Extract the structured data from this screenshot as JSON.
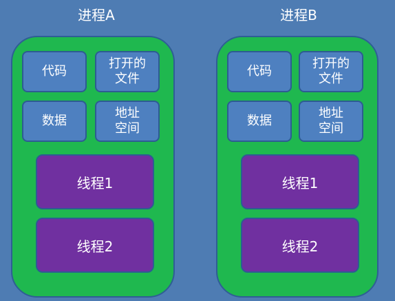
{
  "processes": [
    {
      "title": "进程A",
      "blocks": {
        "code": "代码",
        "open_files": "打开的\n文件",
        "data": "数据",
        "address_space": "地址\n空间"
      },
      "threads": [
        "线程1",
        "线程2"
      ]
    },
    {
      "title": "进程B",
      "blocks": {
        "code": "代码",
        "open_files": "打开的\n文件",
        "data": "数据",
        "address_space": "地址\n空间"
      },
      "threads": [
        "线程1",
        "线程2"
      ]
    }
  ],
  "colors": {
    "background": "#4e7cb3",
    "process_fill": "#1fb84f",
    "block_fill": "#4e80c0",
    "thread_fill": "#7030a0",
    "border": "#2d5c92",
    "text": "#ffffff"
  }
}
